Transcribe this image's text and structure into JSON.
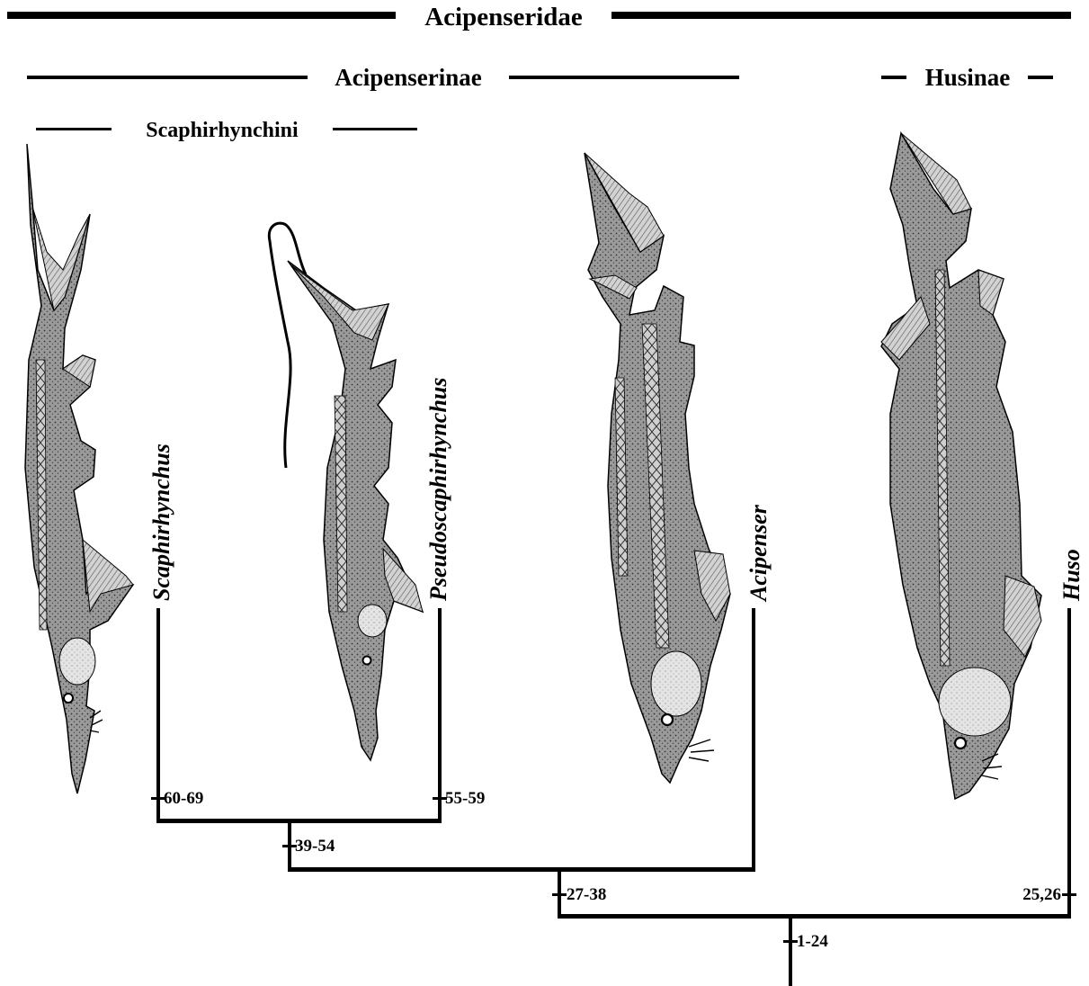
{
  "family": {
    "label": "Acipenseridae"
  },
  "subfamilies": [
    {
      "label": "Acipenserinae"
    },
    {
      "label": "Husinae"
    }
  ],
  "tribe": {
    "label": "Scaphirhynchini"
  },
  "genera": [
    {
      "label": "Scaphirhynchus",
      "illustration": "scaphirhynchus-sturgeon"
    },
    {
      "label": "Pseudoscaphirhynchus",
      "illustration": "pseudoscaphirhynchus-sturgeon"
    },
    {
      "label": "Acipenser",
      "illustration": "acipenser-sturgeon"
    },
    {
      "label": "Huso",
      "illustration": "huso-sturgeon"
    }
  ],
  "nodes": [
    {
      "label": "60-69"
    },
    {
      "label": "55-59"
    },
    {
      "label": "39-54"
    },
    {
      "label": "27-38"
    },
    {
      "label": "25,26"
    },
    {
      "label": "1-24"
    }
  ],
  "colors": {
    "ink": "#000000",
    "fish_body": "#8a8a8a",
    "fish_belly": "#d6d6d6",
    "fin": "#bdbdbd",
    "background": "#ffffff"
  }
}
